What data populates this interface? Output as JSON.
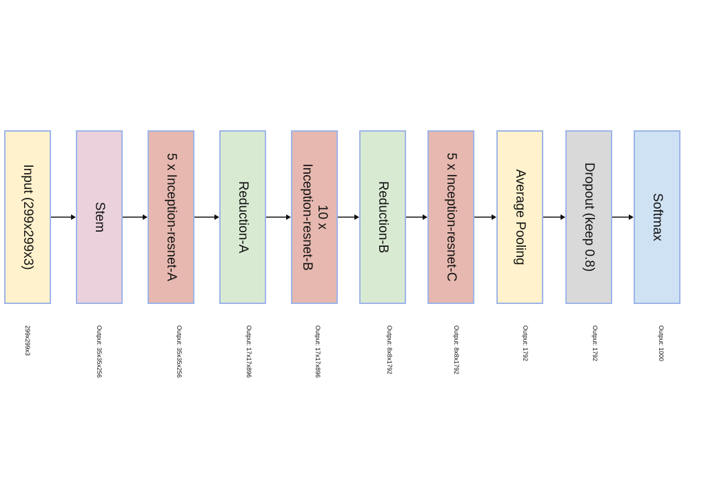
{
  "colors": {
    "border": "#9db4e8",
    "arrow": "#111111"
  },
  "blocks": [
    {
      "label": "Input (299x299x3)",
      "fill": "#fff2cc",
      "output": "299x299x3"
    },
    {
      "label": "Stem",
      "fill": "#ead1dc",
      "output": "Output: 35x35x256"
    },
    {
      "label": "5 x Inception-resnet-A",
      "fill": "#e6b8af",
      "output": "Output: 35x35x256"
    },
    {
      "label": "Reduction-A",
      "fill": "#d9ead3",
      "output": "Output: 17x17x896"
    },
    {
      "label": "10 x\nInception-resnet-B",
      "fill": "#e6b8af",
      "output": "Output: 17x17x896"
    },
    {
      "label": "Reduction-B",
      "fill": "#d9ead3",
      "output": "Output: 8x8x1792"
    },
    {
      "label": "5 x Inception-resnet-C",
      "fill": "#e6b8af",
      "output": "Output: 8x8x1792"
    },
    {
      "label": "Average Pooling",
      "fill": "#fff2cc",
      "output": "Output: 1792"
    },
    {
      "label": "Dropout (keep 0.8)",
      "fill": "#d9d9d9",
      "output": "Output: 1792"
    },
    {
      "label": "Softmax",
      "fill": "#cfe2f3",
      "output": "Output: 1000"
    }
  ]
}
